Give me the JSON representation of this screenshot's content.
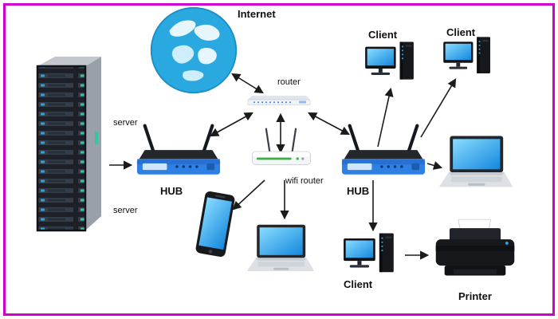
{
  "nodes": {
    "internet": {
      "label": "Internet"
    },
    "router": {
      "label": "router"
    },
    "wifi_router": {
      "label": "wifi router"
    },
    "hub_left": {
      "label": "HUB"
    },
    "hub_right": {
      "label": "HUB"
    },
    "server_top": {
      "label": "server"
    },
    "server_bottom": {
      "label": "server"
    },
    "client_top_left": {
      "label": "Client"
    },
    "client_top_right": {
      "label": "Client"
    },
    "client_bottom": {
      "label": "Client"
    },
    "printer": {
      "label": "Printer"
    }
  },
  "edges": [
    {
      "from": "server-rack",
      "to": "hub-left"
    },
    {
      "from": "internet-globe",
      "to": "router"
    },
    {
      "from": "router",
      "to": "hub-left"
    },
    {
      "from": "router",
      "to": "hub-right"
    },
    {
      "from": "router",
      "to": "wifi-router"
    },
    {
      "from": "wifi-router",
      "to": "smartphone"
    },
    {
      "from": "wifi-router",
      "to": "laptop-center"
    },
    {
      "from": "hub-right",
      "to": "client-top-left"
    },
    {
      "from": "hub-right",
      "to": "client-top-right"
    },
    {
      "from": "hub-right",
      "to": "laptop-right"
    },
    {
      "from": "hub-right",
      "to": "client-bottom"
    },
    {
      "from": "client-bottom",
      "to": "printer"
    }
  ],
  "colors": {
    "frame_border": "#cf00cf",
    "globe_blue": "#2aa9e1",
    "device_blue": "#2f80e4",
    "screen_blue": "#1387dd",
    "led_green": "#3fae4a",
    "arrow": "#1b1b1b"
  }
}
